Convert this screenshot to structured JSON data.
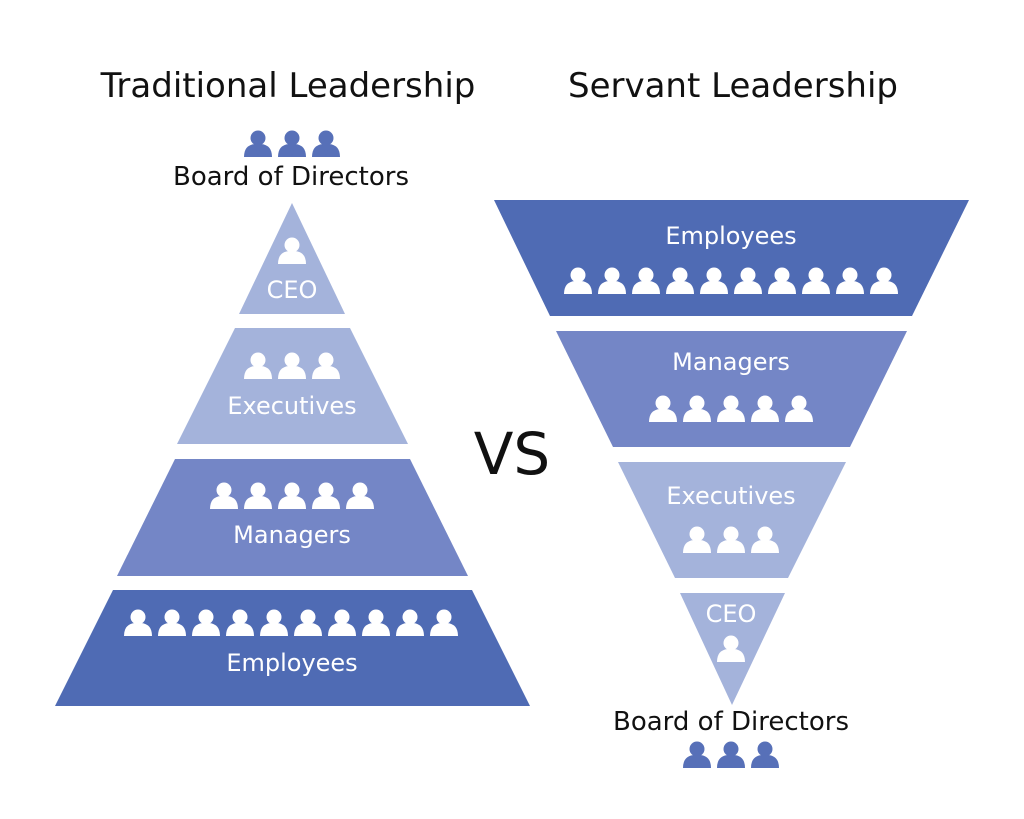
{
  "colors": {
    "light": "#a4b3db",
    "mid": "#7486c6",
    "dark": "#4f6bb4",
    "board_icons": "#5770b8"
  },
  "traditional": {
    "title": "Traditional Leadership",
    "board": {
      "label": "Board of Directors",
      "icon_count": 3
    },
    "tiers": [
      {
        "label": "CEO",
        "icon_count": 1
      },
      {
        "label": "Executives",
        "icon_count": 3
      },
      {
        "label": "Managers",
        "icon_count": 5
      },
      {
        "label": "Employees",
        "icon_count": 10
      }
    ]
  },
  "vs_label": "VS",
  "servant": {
    "title": "Servant Leadership",
    "tiers": [
      {
        "label": "Employees",
        "icon_count": 10
      },
      {
        "label": "Managers",
        "icon_count": 5
      },
      {
        "label": "Executives",
        "icon_count": 3
      },
      {
        "label": "CEO",
        "icon_count": 1
      }
    ],
    "board": {
      "label": "Board of Directors",
      "icon_count": 3
    }
  }
}
